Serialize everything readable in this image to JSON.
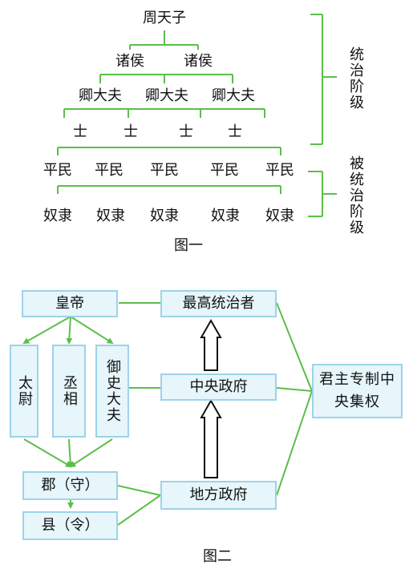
{
  "figure1": {
    "root": "周天子",
    "tier2": [
      "诸侯",
      "诸侯"
    ],
    "tier3": [
      "卿大夫",
      "卿大夫",
      "卿大夫"
    ],
    "tier4": [
      "士",
      "士",
      "士",
      "士"
    ],
    "tier5": [
      "平民",
      "平民",
      "平民",
      "平民",
      "平民"
    ],
    "tier6": [
      "奴隶",
      "奴隶",
      "奴隶",
      "奴隶",
      "奴隶"
    ],
    "ruling_label": "统治阶级",
    "ruled_label": "被统治阶级",
    "caption": "图一"
  },
  "figure2": {
    "emperor": "皇帝",
    "officials": [
      "太尉",
      "丞相",
      "御史大夫"
    ],
    "commandery": "郡（守）",
    "county": "县（令）",
    "supreme_ruler": "最高统治者",
    "central_gov": "中央政府",
    "local_gov": "地方政府",
    "system": "君主专制中央集权",
    "caption": "图二"
  },
  "colors": {
    "line": "#5bbf4a",
    "box_fill": "#e6f6fb",
    "box_border": "#9ed2ea"
  }
}
